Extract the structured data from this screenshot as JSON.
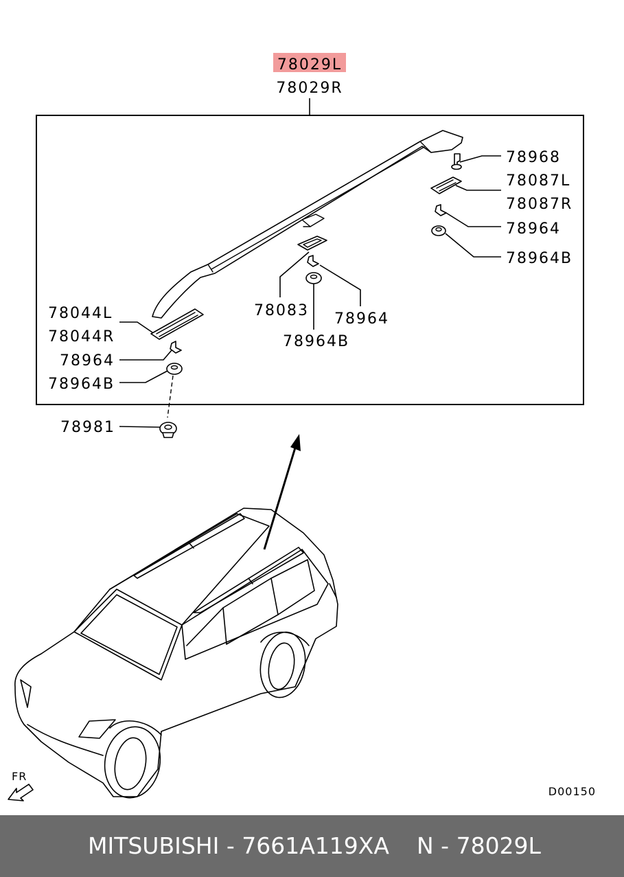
{
  "diagram": {
    "highlight_color": "#f29b9b",
    "assembly_labels": [
      "78029L",
      "78029R"
    ],
    "callouts": {
      "rail_bolt": "78968",
      "rear_cover_left": "78087L",
      "rear_cover_right": "78087R",
      "rear_clip": "78964",
      "rear_grommet": "78964B",
      "center_cover": "78083",
      "center_clip": "78964",
      "center_grommet": "78964B",
      "front_cover_left": "78044L",
      "front_cover_right": "78044R",
      "front_clip": "78964",
      "front_grommet": "78964B",
      "front_nut": "78981"
    },
    "direction_label": "FR",
    "drawing_code": "D00150"
  },
  "footer": {
    "brand_part": "MITSUBISHI - 7661A119XA",
    "ref_part": "N - 78029L",
    "background": "#6b6b6b"
  }
}
